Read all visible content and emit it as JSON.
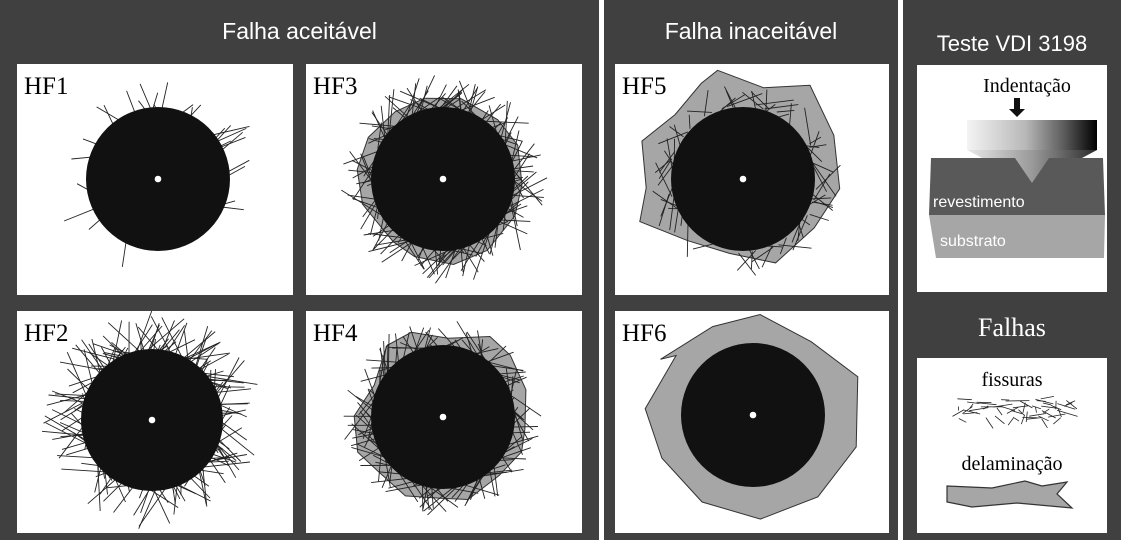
{
  "groups": {
    "acceptable": {
      "title": "Falha aceitável"
    },
    "unacceptable": {
      "title": "Falha inaceitável"
    },
    "test": {
      "title": "Teste VDI 3198"
    }
  },
  "panels": {
    "hf1": {
      "label": "HF1"
    },
    "hf2": {
      "label": "HF2"
    },
    "hf3": {
      "label": "HF3"
    },
    "hf4": {
      "label": "HF4"
    },
    "hf5": {
      "label": "HF5"
    },
    "hf6": {
      "label": "HF6"
    }
  },
  "test": {
    "indentation": "Indentação",
    "coating": "revestimento",
    "substrate": "substrato"
  },
  "failures": {
    "title": "Falhas",
    "cracks": "fissuras",
    "delamination": "delaminação"
  },
  "colors": {
    "panel_bg": "#404040",
    "card_bg": "#ffffff",
    "indent": "#111111",
    "delamination": "#a6a6a6",
    "coating": "#595959",
    "substrate": "#a6a6a6"
  }
}
